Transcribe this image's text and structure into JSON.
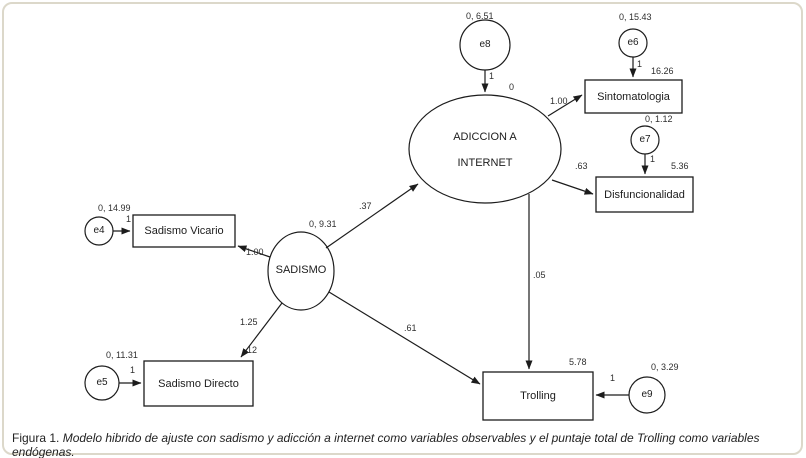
{
  "figure": {
    "caption_prefix": "Figura 1.",
    "caption_text": " Modelo hibrido de ajuste con sadismo y adicción a internet como variables observables y el puntaje total de Trolling como variables endógenas."
  },
  "nodes": {
    "adiccion": {
      "line1": "ADICCION A",
      "line2": "INTERNET",
      "variance": "0"
    },
    "sadismo": {
      "label": "SADISMO",
      "variance": "0, 9.31"
    },
    "sintomatologia": {
      "label": "Sintomatologia",
      "value": "16.26"
    },
    "disfuncionalidad": {
      "label": "Disfuncionalidad",
      "value": "5.36"
    },
    "sadismo_vicario": {
      "label": "Sadismo Vicario"
    },
    "sadismo_directo": {
      "label": "Sadismo Directo",
      "value": "12"
    },
    "trolling": {
      "label": "Trolling",
      "value": "5.78"
    },
    "e4": {
      "label": "e4",
      "variance": "0, 14.99",
      "weight": "1"
    },
    "e5": {
      "label": "e5",
      "variance": "0, 11.31",
      "weight": "1"
    },
    "e6": {
      "label": "e6",
      "variance": "0, 15.43",
      "weight": "1"
    },
    "e7": {
      "label": "e7",
      "variance": "0, 1.12",
      "weight": "1"
    },
    "e8": {
      "label": "e8",
      "variance": "0, 6.51",
      "weight": "1"
    },
    "e9": {
      "label": "e9",
      "variance": "0, 3.29",
      "weight": "1"
    }
  },
  "paths": {
    "sadismo_to_adiccion": ".37",
    "adiccion_to_sintomatologia": "1.00",
    "adiccion_to_disfuncionalidad": ".63",
    "adiccion_to_trolling": ".05",
    "sadismo_to_vicario": "1.00",
    "sadismo_to_directo": "1.25",
    "sadismo_to_trolling": ".61"
  }
}
